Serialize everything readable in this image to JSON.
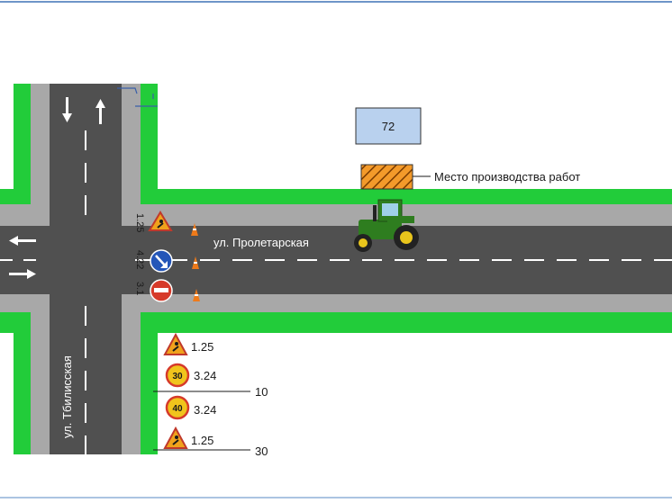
{
  "streets": {
    "horizontal": "ул. Пролетарская",
    "vertical": "ул. Тбилисская"
  },
  "building": {
    "number": "72"
  },
  "work_zone": {
    "label": "Место производства работ"
  },
  "signs_at_intersection": [
    {
      "code": "1.25",
      "icon": "road-works-sign"
    },
    {
      "code": "4.22",
      "icon": "keep-right-sign"
    },
    {
      "code": "3.1",
      "icon": "no-entry-sign"
    }
  ],
  "signs_on_approach": [
    {
      "code": "1.25",
      "icon": "road-works-sign"
    },
    {
      "code": "3.24",
      "icon": "speed-limit-sign",
      "limit": "30"
    },
    {
      "code": "3.24",
      "icon": "speed-limit-sign",
      "limit": "40"
    },
    {
      "code": "1.25",
      "icon": "road-works-sign"
    }
  ],
  "distances": [
    "10",
    "30"
  ],
  "colors": {
    "grass": "#22cc3a",
    "sidewalk": "#a8a8a8",
    "road": "#505050",
    "marking": "#ffffff",
    "building": "#b9d1ee",
    "work_zone": "#f39a2a",
    "tractor": "#2e7d1f"
  }
}
